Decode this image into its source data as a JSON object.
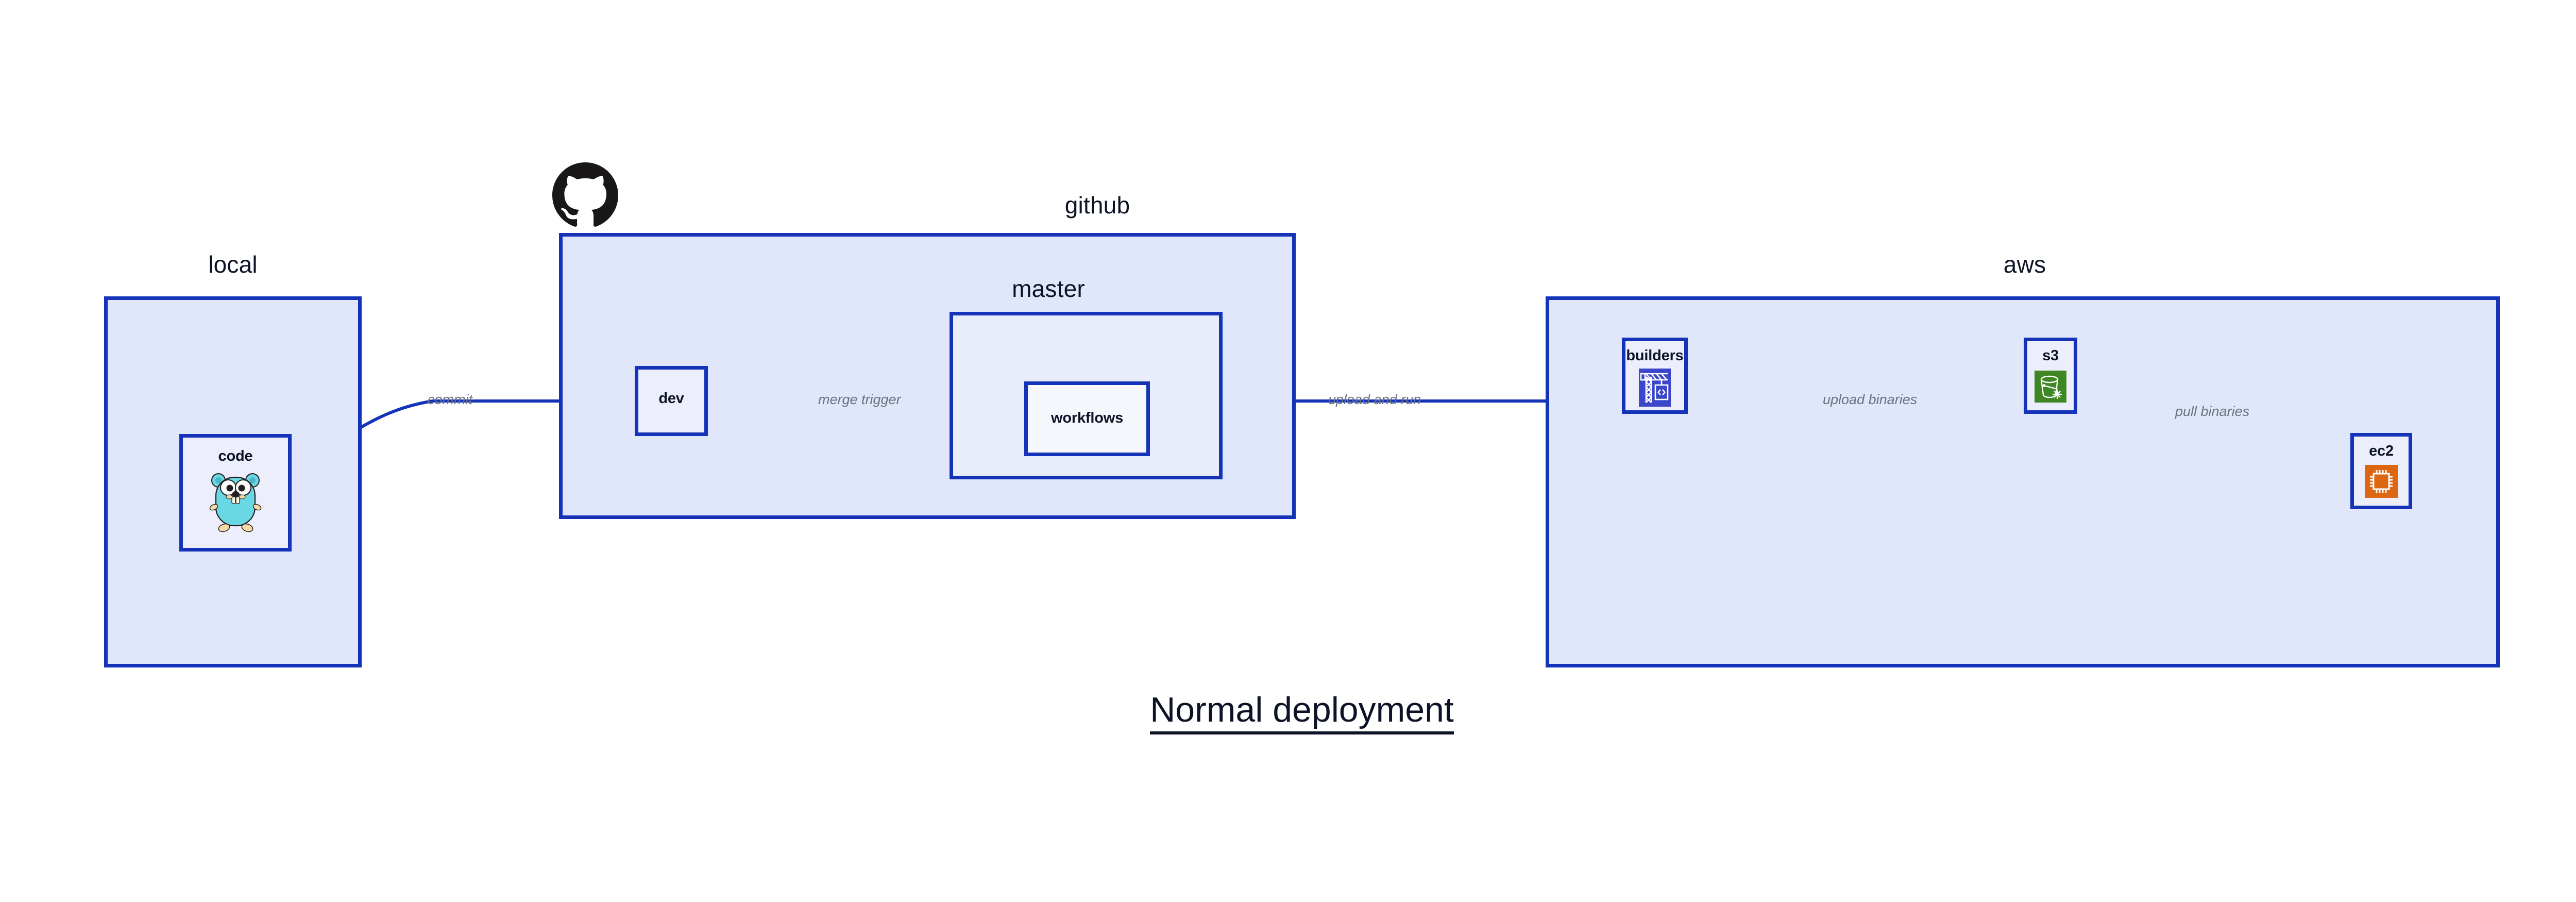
{
  "diagram": {
    "title": "Normal deployment",
    "groups": [
      {
        "id": "local",
        "label": "local"
      },
      {
        "id": "github",
        "label": "github"
      },
      {
        "id": "master",
        "label": "master"
      },
      {
        "id": "aws",
        "label": "aws"
      }
    ],
    "nodes": [
      {
        "id": "code",
        "label": "code",
        "icon": "go-gopher-icon"
      },
      {
        "id": "dev",
        "label": "dev",
        "icon": null
      },
      {
        "id": "workflows",
        "label": "workflows",
        "icon": null
      },
      {
        "id": "builders",
        "label": "builders",
        "icon": "aws-codebuild-crane-icon"
      },
      {
        "id": "s3",
        "label": "s3",
        "icon": "aws-s3-bucket-icon"
      },
      {
        "id": "ec2",
        "label": "ec2",
        "icon": "aws-ec2-chip-icon"
      }
    ],
    "edges": [
      {
        "id": "code-dev",
        "from": "code",
        "to": "dev",
        "label": "commit"
      },
      {
        "id": "dev-workflows",
        "from": "dev",
        "to": "workflows",
        "label": "merge trigger"
      },
      {
        "id": "wf-builders",
        "from": "workflows",
        "to": "builders",
        "label": "upload and run"
      },
      {
        "id": "builders-s3",
        "from": "builders",
        "to": "s3",
        "label": "upload binaries"
      },
      {
        "id": "s3-ec2",
        "from": "s3",
        "to": "ec2",
        "label": "pull binaries"
      }
    ],
    "logos": [
      {
        "id": "github-octocat",
        "name": "github-octocat-icon"
      }
    ],
    "colors": {
      "stroke": "#1433b8",
      "group_fill_outer": "#e1e7fa",
      "group_fill_inner": "#e9edfb",
      "node_fill": "#eceffb",
      "node_fill_white": "#f6f7fd",
      "text": "#0d1326",
      "edge_label_text": "#6b7280",
      "codebuild_blue": "#3c46c8",
      "s3_green": "#3f8624",
      "ec2_orange": "#dd6611",
      "gopher_cyan": "#6ad7e5",
      "octocat_black": "#191717"
    }
  }
}
